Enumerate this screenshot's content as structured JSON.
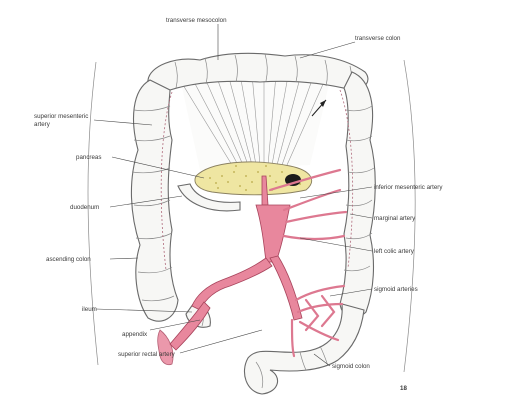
{
  "labels": {
    "transverse_mesocolon": "transverse mesocolon",
    "transverse_colon": "transverse colon",
    "superior_mesenteric_artery": [
      "superior mesenteric",
      "artery"
    ],
    "pancreas": "pancreas",
    "duodenum": "duodenum",
    "ascending_colon": "ascending colon",
    "ileum": "ileum",
    "appendix": "appendix",
    "superior_rectal_artery": "superior rectal artery",
    "inferior_mesenteric_artery": "inferior mesenteric artery",
    "marginal_artery": "marginal artery",
    "left_colic_artery": "left colic artery",
    "sigmoid_arteries": "sigmoid arteries",
    "sigmoid_colon": "sigmoid colon",
    "figure_number": "18"
  },
  "colors": {
    "artery": "#e8879d",
    "pancreas": "#efe6a2",
    "colon_outline": "#6a6a6a",
    "label_text": "#3a3a3a"
  }
}
